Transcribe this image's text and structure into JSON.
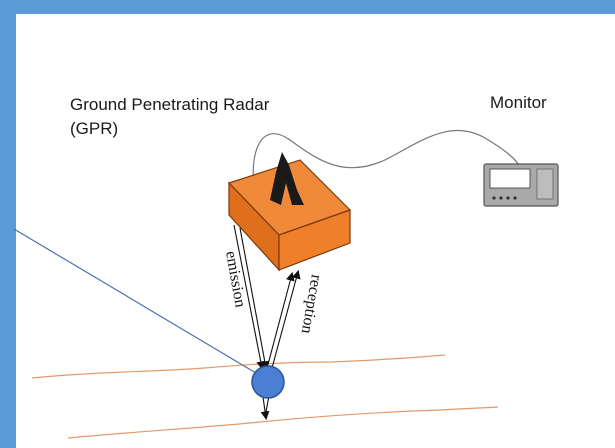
{
  "labels": {
    "gpr_line1": "Ground Penetrating Radar",
    "gpr_line2": "(GPR)",
    "monitor": "Monitor",
    "emission": "emission",
    "reception": "reception"
  },
  "colors": {
    "frame_blue": "#5b9bd5",
    "radar_orange": "#f07f2a",
    "target_blue": "#4a7fd4",
    "ground_line": "#e39a6b",
    "pointer_line": "#4b6fb5"
  },
  "icons": {
    "radar_box": "orange-box-with-antenna",
    "monitor_device": "monitor-with-screen",
    "buried_object": "blue-circle"
  }
}
